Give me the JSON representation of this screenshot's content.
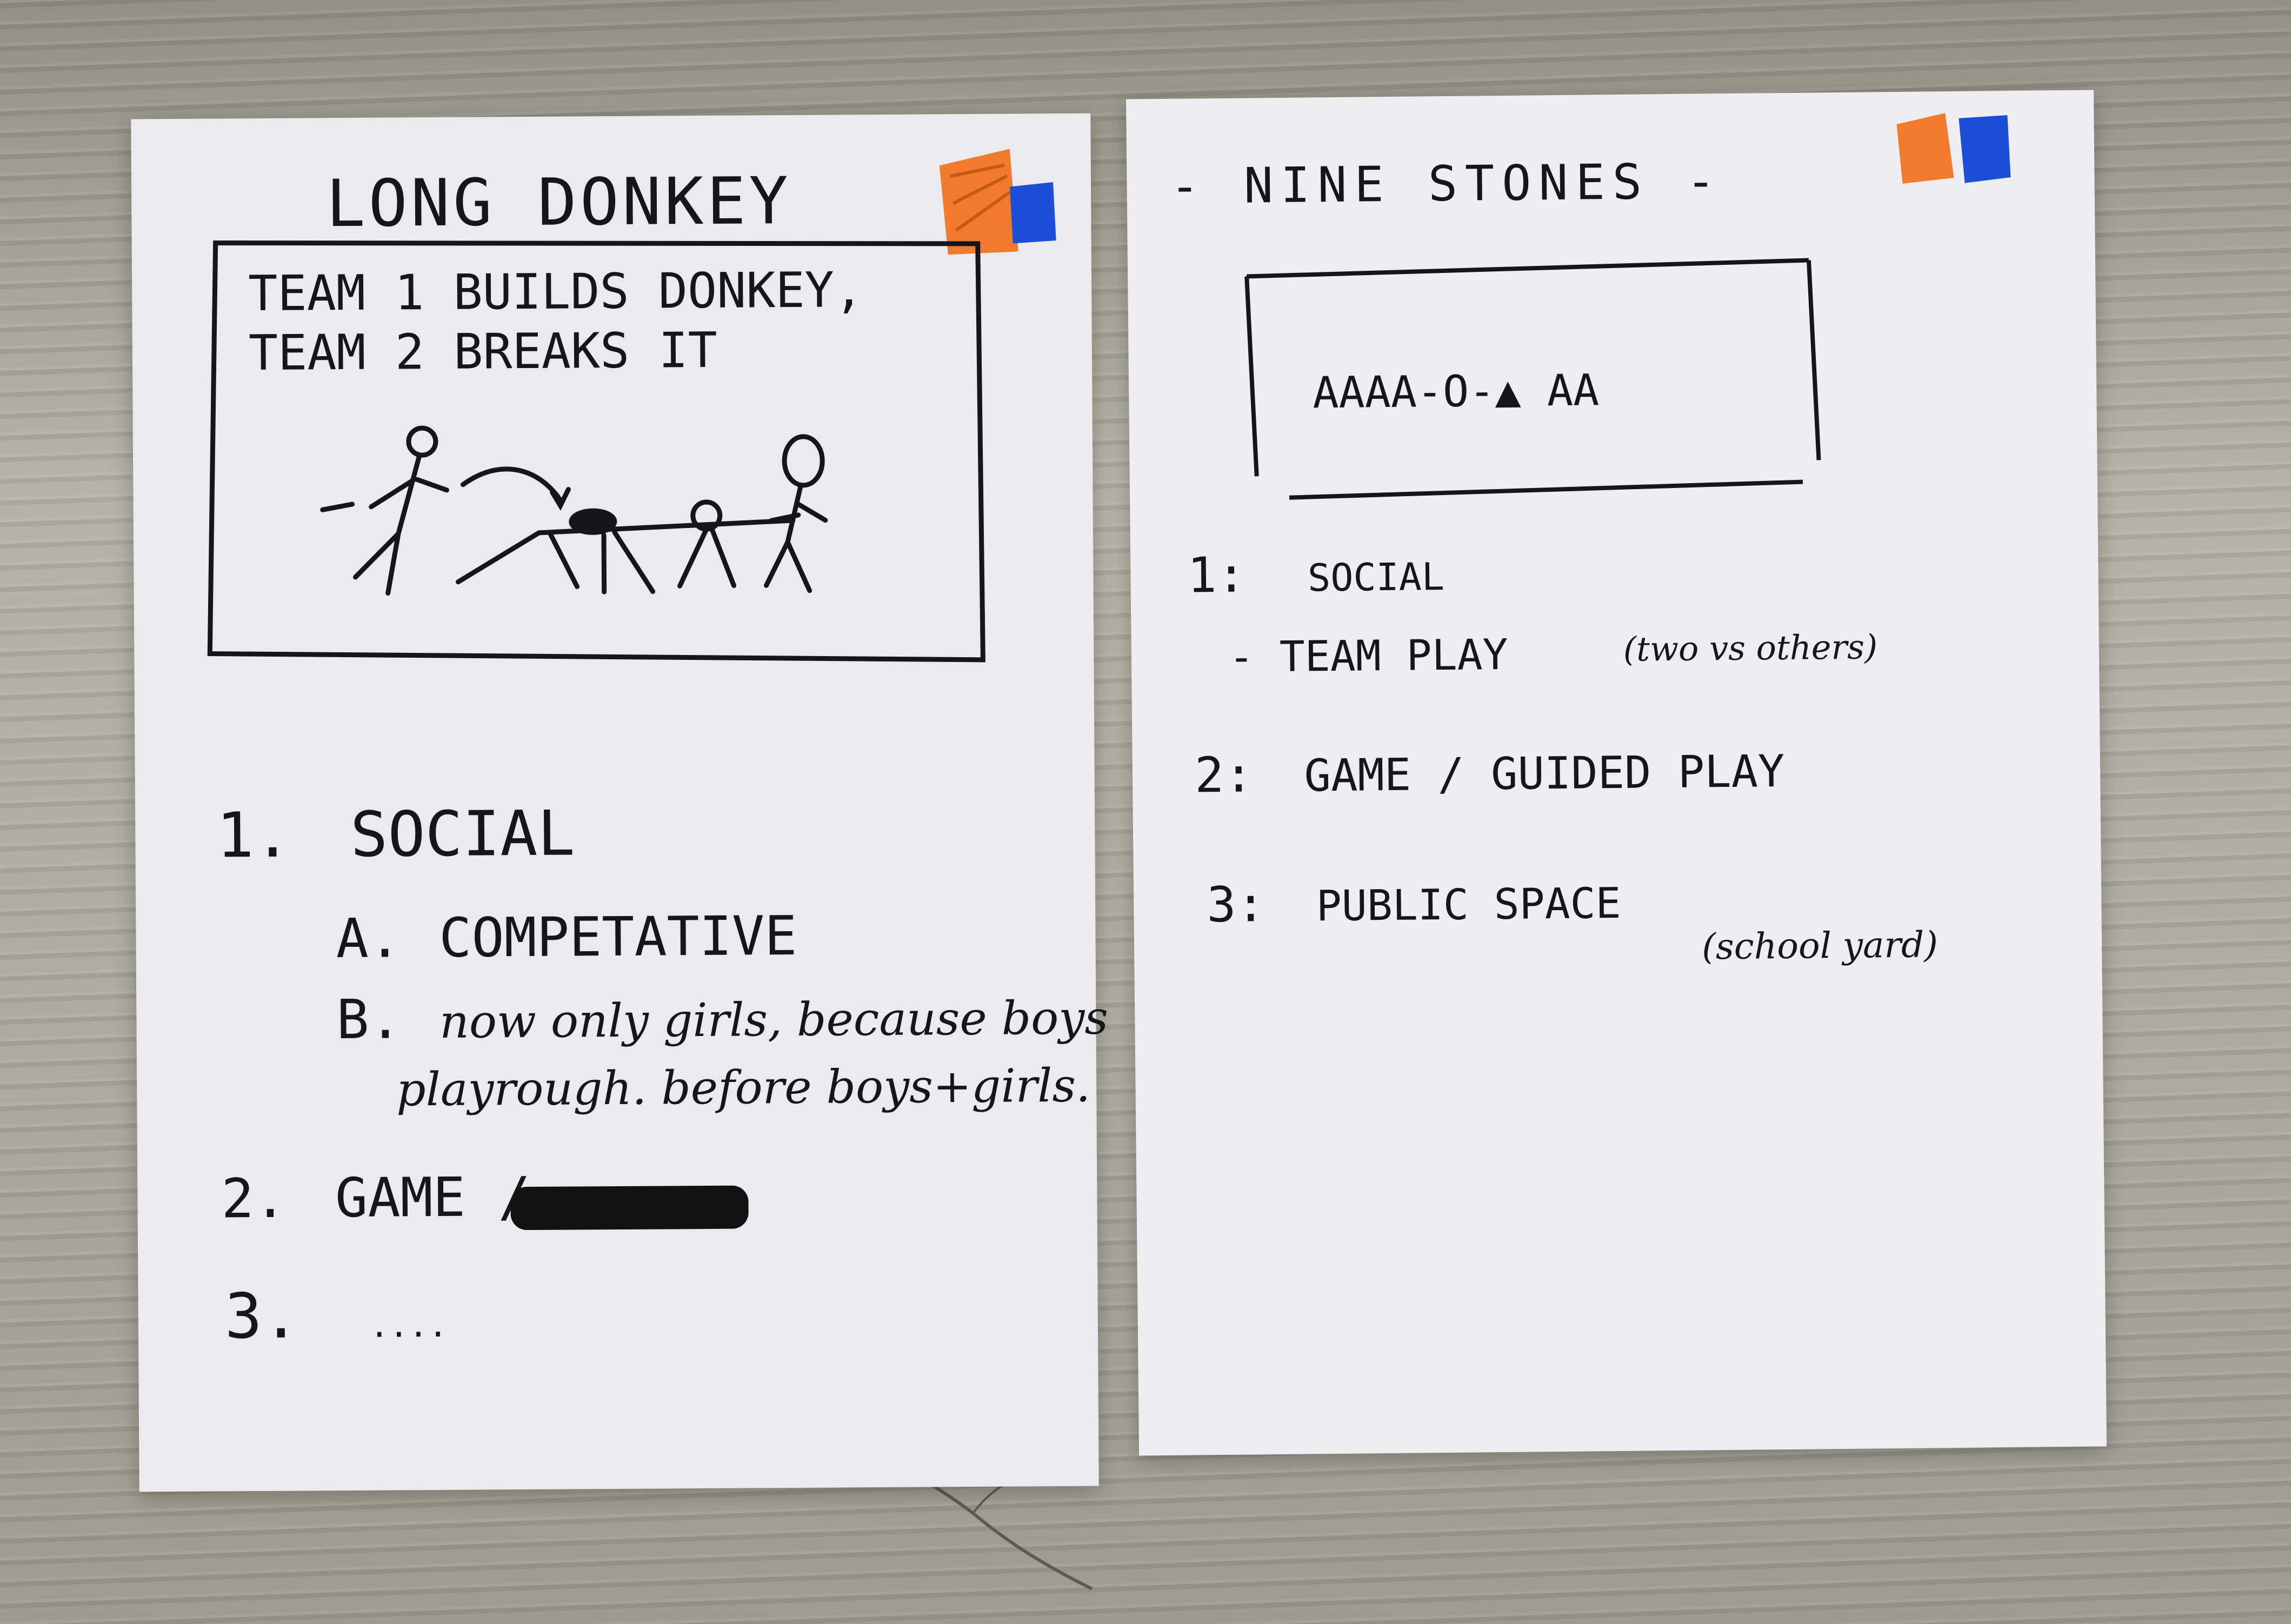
{
  "left_card": {
    "title": "LONG DONKEY",
    "marker_colors": [
      "#f07b2a",
      "#1c4fd6"
    ],
    "description": "TEAM 1 BUILDS DONKEY, TEAM 2 BREAKS IT",
    "items": [
      {
        "num": "1.",
        "label": "SOCIAL"
      },
      {
        "num": "A.",
        "label": "COMPETATIVE"
      },
      {
        "num": "B.",
        "label": "now only girls, because boys"
      },
      {
        "num": "",
        "label": "playrough. before boys+girls."
      },
      {
        "num": "2.",
        "label": "GAME /"
      },
      {
        "num": "3.",
        "label": "...."
      }
    ]
  },
  "right_card": {
    "title": "- NINE STONES -",
    "marker_colors": [
      "#f07b2a",
      "#1c4fd6"
    ],
    "sketch_text": "AAAA-O-▲   AA",
    "items": [
      {
        "num": "1:",
        "label": "SOCIAL"
      },
      {
        "num": "",
        "label": "- TEAM PLAY"
      },
      {
        "num": "",
        "label": "(two vs others)"
      },
      {
        "num": "2:",
        "label": "GAME / GUIDED PLAY"
      },
      {
        "num": "3:",
        "label": "PUBLIC SPACE"
      },
      {
        "num": "",
        "label": "(school yard)"
      }
    ]
  }
}
